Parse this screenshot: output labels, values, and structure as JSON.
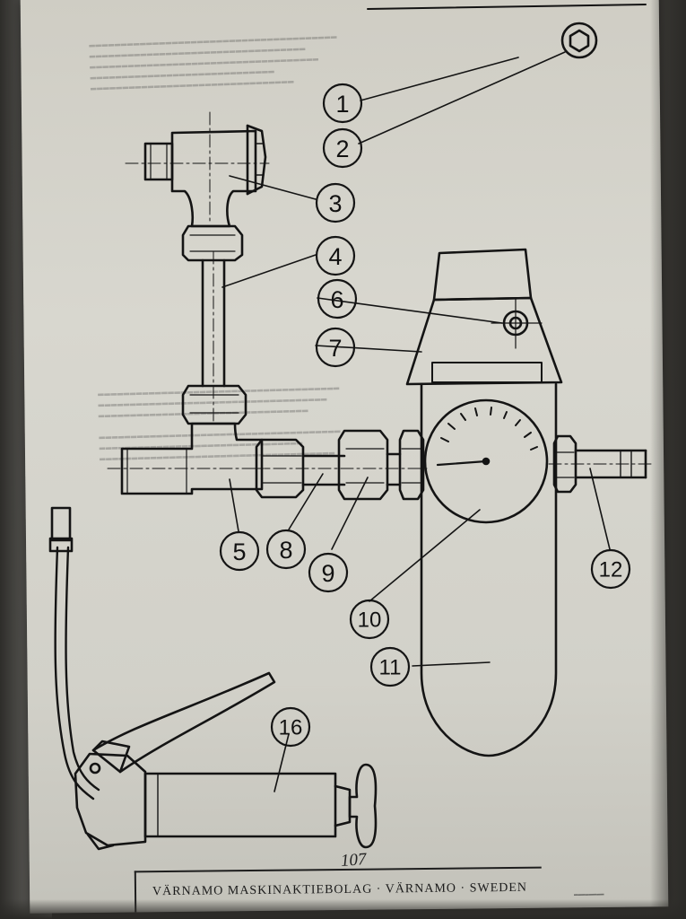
{
  "document": {
    "page_number": "107",
    "footer": "VÄRNAMO MASKINAKTIEBOLAG · VÄRNAMO · SWEDEN"
  },
  "callouts": [
    "1",
    "2",
    "3",
    "4",
    "5",
    "6",
    "7",
    "8",
    "9",
    "10",
    "11",
    "12",
    "16"
  ],
  "colors": {
    "paper": "#d8d7cf",
    "ink": "#111111",
    "background": "#3d3b37"
  }
}
